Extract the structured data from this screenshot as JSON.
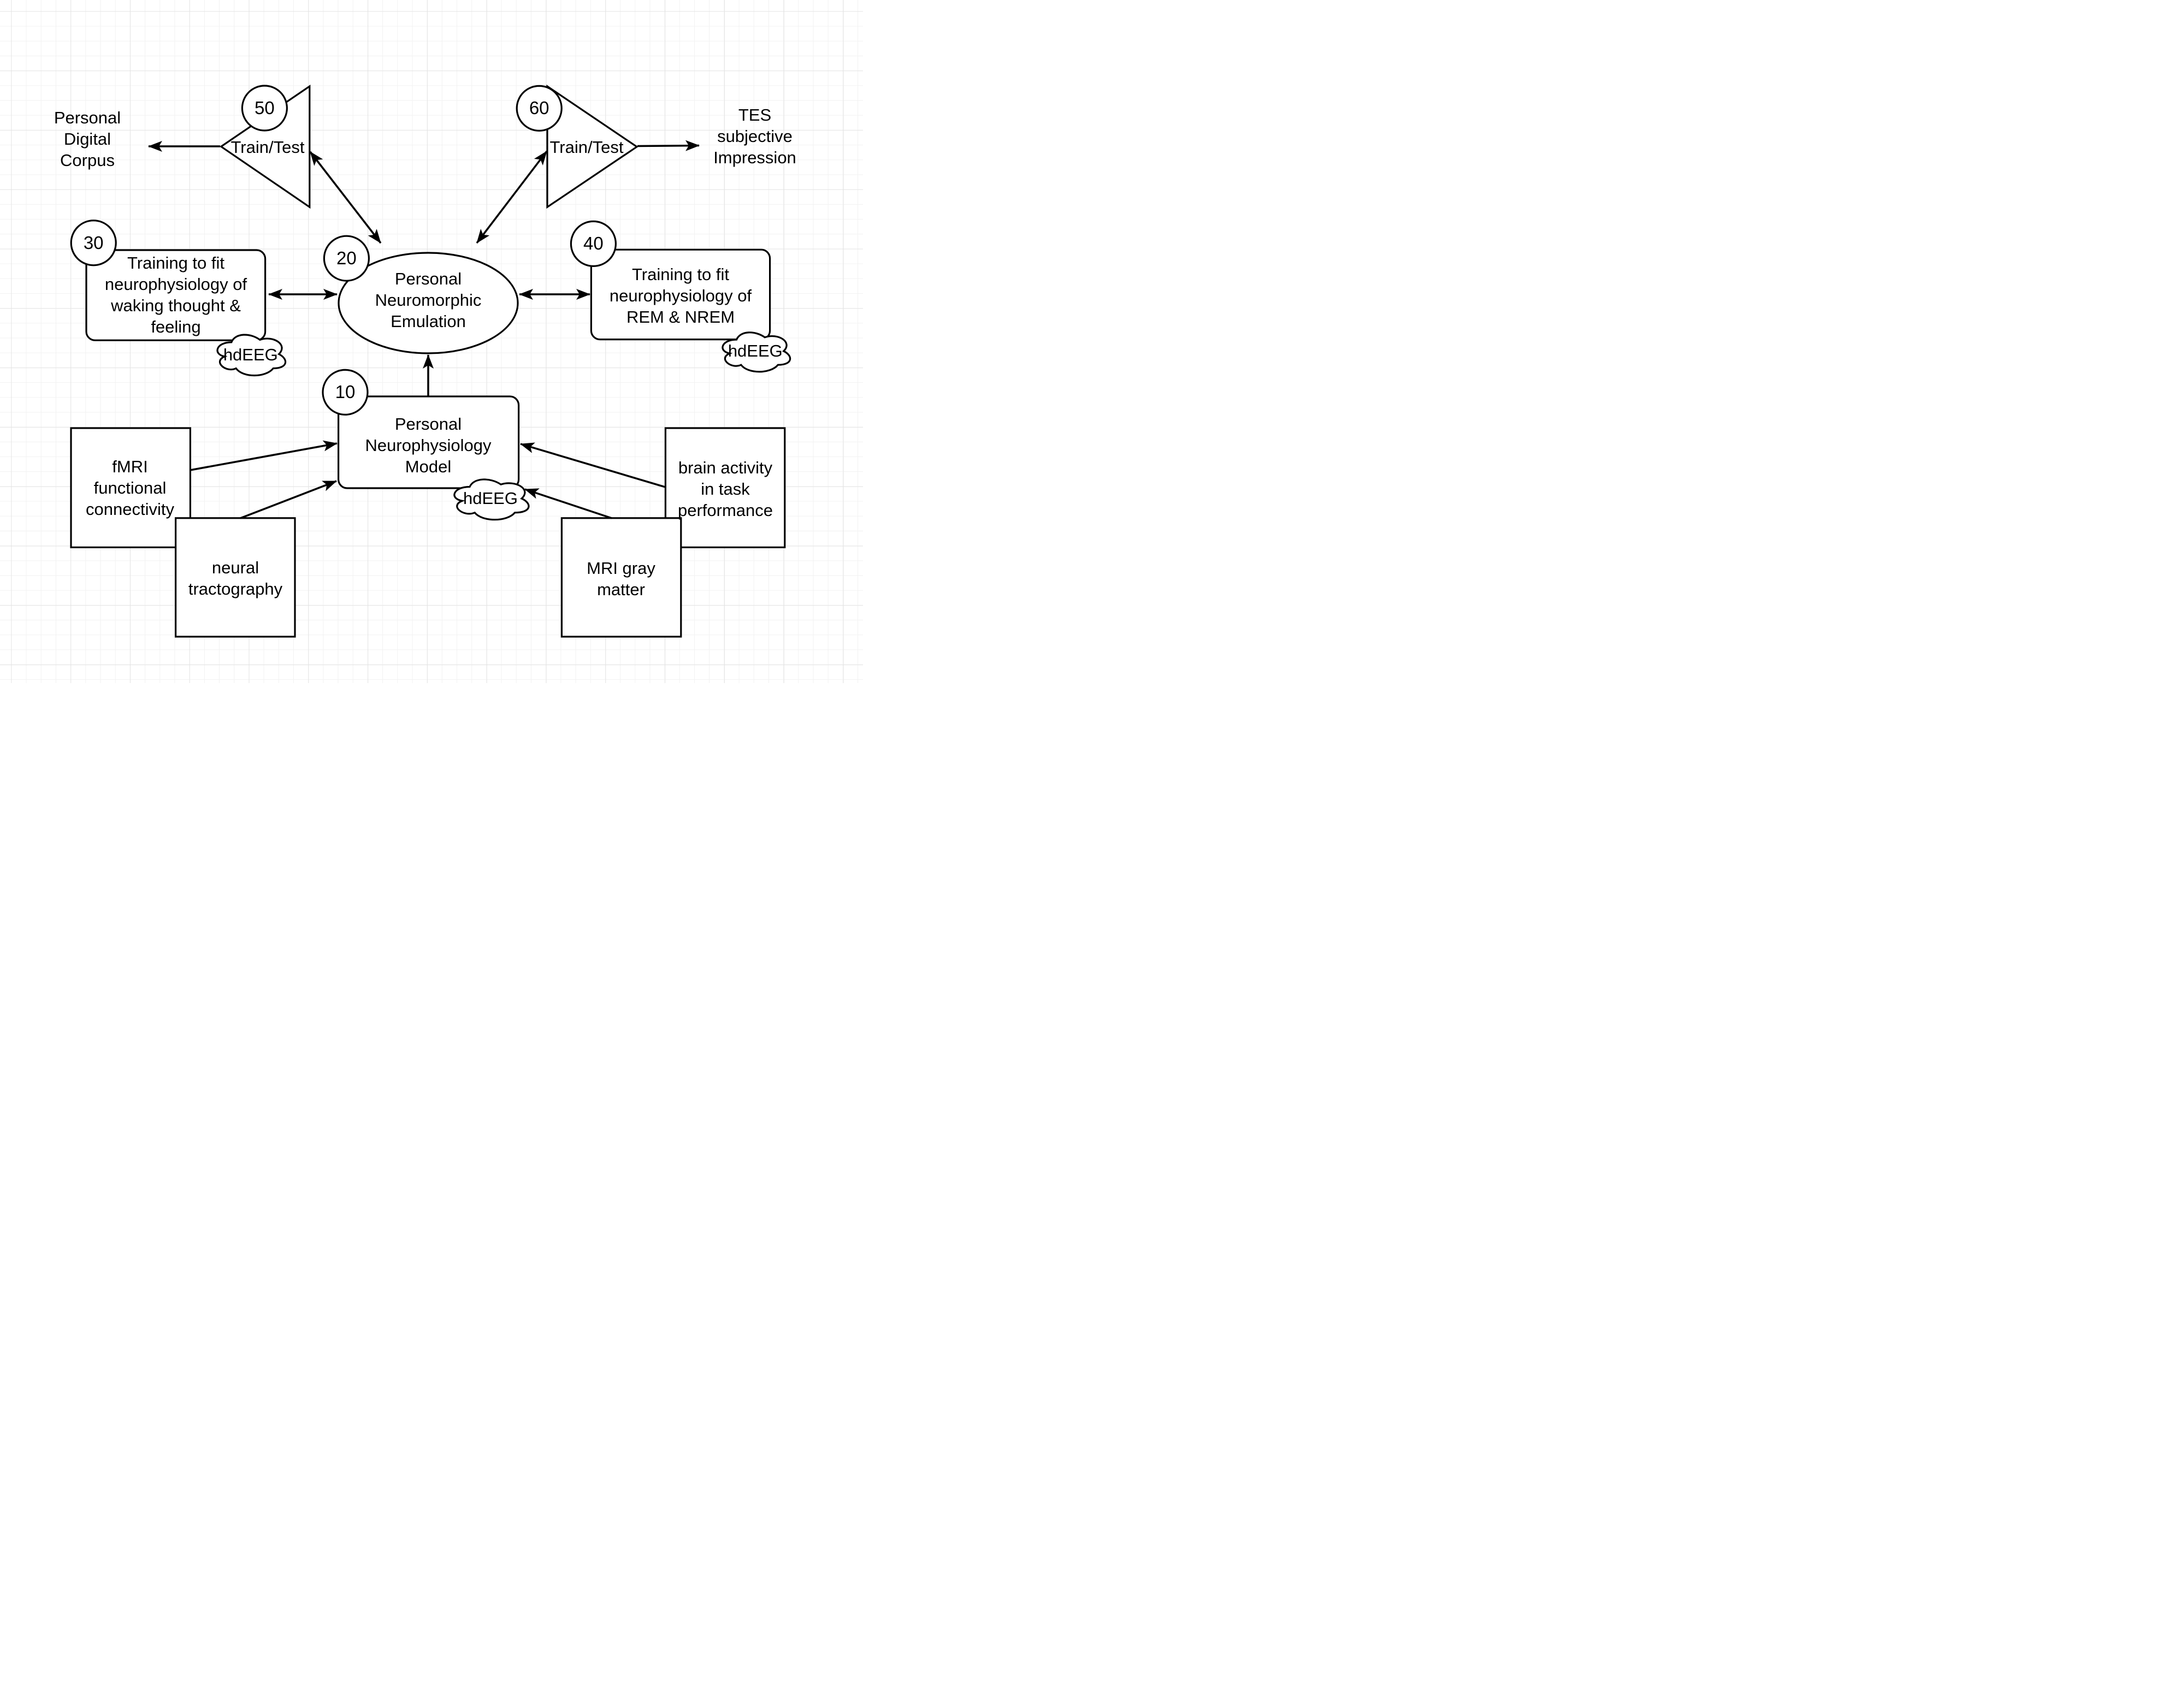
{
  "diagram": {
    "type": "flow-diagram",
    "background": "grid",
    "colors": {
      "stroke": "#000000",
      "shape_fill": "#ffffff",
      "grid_minor": "#f2f2f2",
      "grid_major": "#e4e4e4"
    },
    "nodes": {
      "corpus": {
        "lines": [
          "Personal",
          "Digital",
          "Corpus"
        ]
      },
      "train_test_50": {
        "badge": "50",
        "label": "Train/Test",
        "shape": "triangle-left"
      },
      "train_test_60": {
        "badge": "60",
        "label": "Train/Test",
        "shape": "triangle-right"
      },
      "tes": {
        "lines": [
          "TES",
          "subjective",
          "Impression"
        ]
      },
      "training_waking_30": {
        "badge": "30",
        "lines": [
          "Training to fit",
          "neurophysiology of",
          "waking thought &",
          "feeling"
        ],
        "cloud": "hdEEG"
      },
      "emulation_20": {
        "badge": "20",
        "lines": [
          "Personal",
          "Neuromorphic",
          "Emulation"
        ],
        "shape": "ellipse"
      },
      "training_rem_40": {
        "badge": "40",
        "lines": [
          "Training to fit",
          "neurophysiology of",
          "REM & NREM"
        ],
        "cloud": "hdEEG"
      },
      "model_10": {
        "badge": "10",
        "lines": [
          "Personal",
          "Neurophysiology",
          "Model"
        ],
        "cloud": "hdEEG"
      },
      "fmri": {
        "lines": [
          "fMRI",
          "functional",
          "connectivity"
        ]
      },
      "tractography": {
        "lines": [
          "neural",
          "tractography"
        ]
      },
      "brain_activity": {
        "lines": [
          "brain activity",
          "in task",
          "performance"
        ]
      },
      "mri_gray": {
        "lines": [
          "MRI gray",
          "matter"
        ]
      }
    },
    "edges": [
      {
        "from": "train_test_50",
        "to": "corpus",
        "arrows": "single"
      },
      {
        "from": "train_test_60",
        "to": "tes",
        "arrows": "single"
      },
      {
        "from": "train_test_50",
        "to": "emulation_20",
        "arrows": "double"
      },
      {
        "from": "train_test_60",
        "to": "emulation_20",
        "arrows": "double"
      },
      {
        "from": "training_waking_30",
        "to": "emulation_20",
        "arrows": "double"
      },
      {
        "from": "training_rem_40",
        "to": "emulation_20",
        "arrows": "double"
      },
      {
        "from": "model_10",
        "to": "emulation_20",
        "arrows": "single"
      },
      {
        "from": "fmri",
        "to": "model_10",
        "arrows": "single"
      },
      {
        "from": "tractography",
        "to": "model_10",
        "arrows": "single"
      },
      {
        "from": "brain_activity",
        "to": "model_10",
        "arrows": "single"
      },
      {
        "from": "mri_gray",
        "to": "model_10",
        "arrows": "single"
      }
    ]
  }
}
